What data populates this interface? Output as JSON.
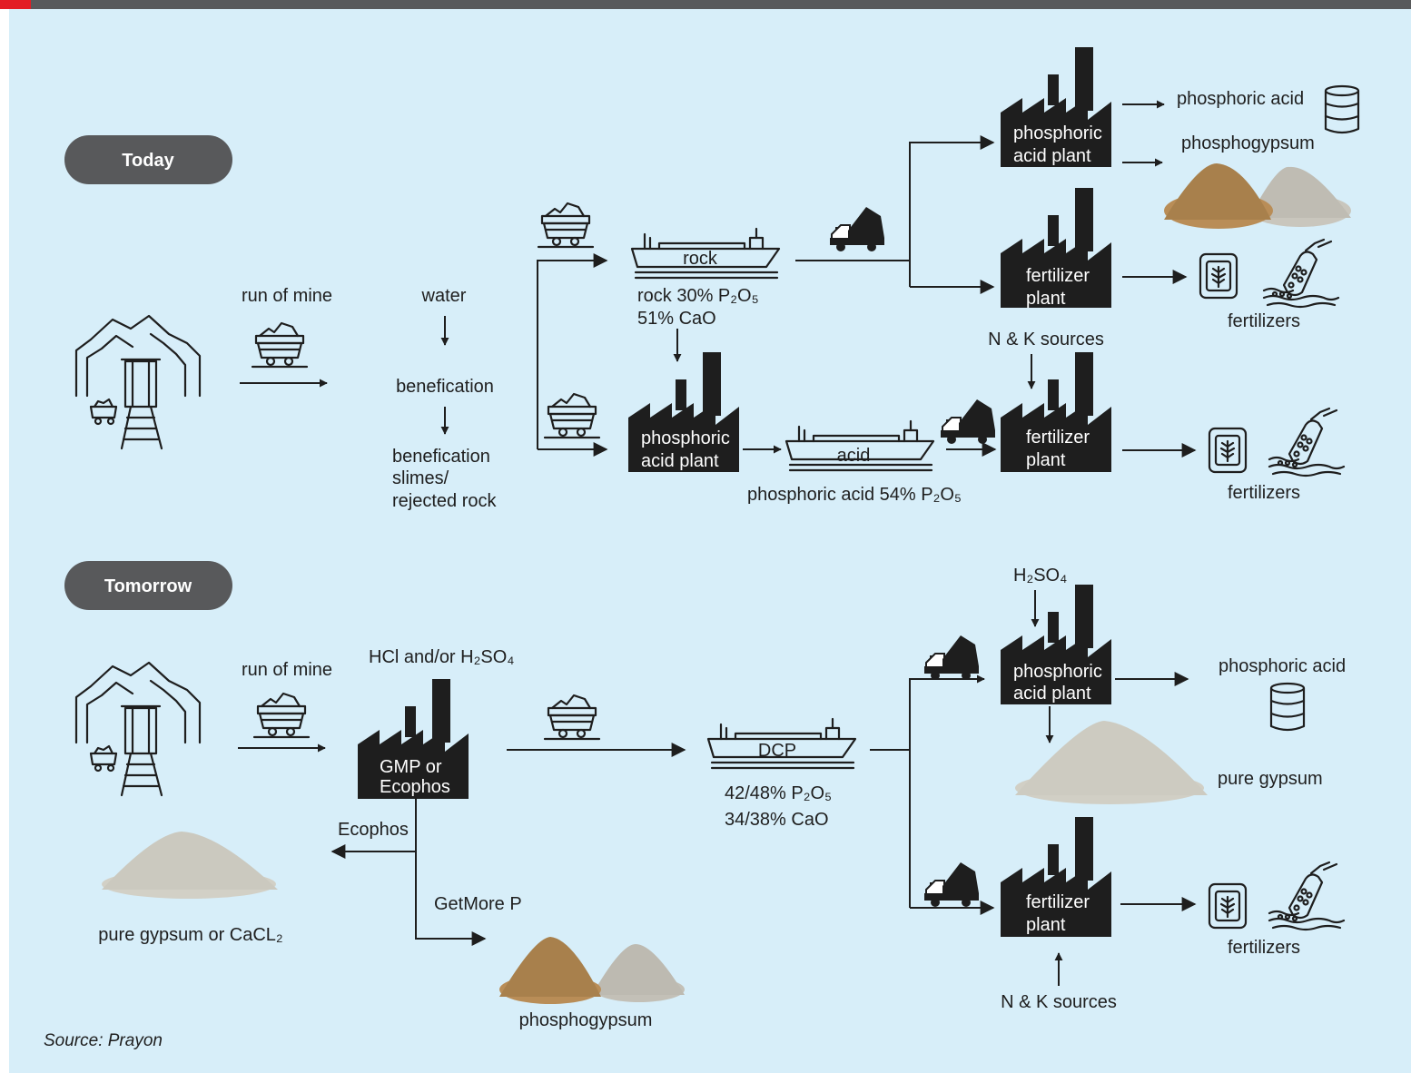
{
  "sections": {
    "today": "Today",
    "tomorrow": "Tomorrow"
  },
  "today": {
    "run_of_mine": "run of mine",
    "water": "water",
    "benefication": "benefication",
    "rejects": [
      "benefication",
      "slimes/",
      "rejected rock"
    ],
    "ship_rock": "rock",
    "rock_spec": [
      "rock 30% P₂O₅",
      "51% CaO"
    ],
    "acid_plant_top": [
      "phosphoric",
      "acid plant"
    ],
    "phosphoric_acid": "phosphoric acid",
    "phosphogypsum": "phosphogypsum",
    "fertilizer_plant_1": [
      "fertilizer",
      "plant"
    ],
    "fertilizers_1": "fertilizers",
    "nk_sources": "N & K sources",
    "acid_plant_bottom": [
      "phosphoric",
      "acid plant"
    ],
    "ship_acid": "acid",
    "acid_spec": "phosphoric acid 54% P₂O₅",
    "fertilizer_plant_2": [
      "fertilizer",
      "plant"
    ],
    "fertilizers_2": "fertilizers"
  },
  "tomorrow": {
    "run_of_mine": "run of mine",
    "reagents": "HCl and/or H₂SO₄",
    "gmp_plant": [
      "GMP or",
      "Ecophos"
    ],
    "ecophos": "Ecophos",
    "pure_gypsum_cacl2": "pure gypsum or CaCL₂",
    "getmore_p": "GetMore P",
    "phosphogypsum": "phosphogypsum",
    "ship_dcp": "DCP",
    "dcp_spec": [
      "42/48% P₂O₅",
      "34/38% CaO"
    ],
    "h2so4": "H₂SO₄",
    "acid_plant": [
      "phosphoric",
      "acid plant"
    ],
    "phosphoric_acid": "phosphoric acid",
    "pure_gypsum": "pure gypsum",
    "fertilizer_plant": [
      "fertilizer",
      "plant"
    ],
    "fertilizers": "fertilizers",
    "nk_sources": "N & K sources"
  },
  "source": "Source: Prayon",
  "colors": {
    "background": "#d7eef9",
    "ink": "#1e1e1e",
    "pill": "#58595b",
    "header_bar": "#58595b",
    "header_accent": "#e31c24"
  },
  "icons": [
    "mine-icon",
    "mine-cart-icon",
    "cargo-ship-icon",
    "factory-icon",
    "dump-truck-icon",
    "oil-barrel-icon",
    "fertilizer-bag-icon",
    "spreading-hand-icon",
    "gypsum-pile-icon"
  ]
}
